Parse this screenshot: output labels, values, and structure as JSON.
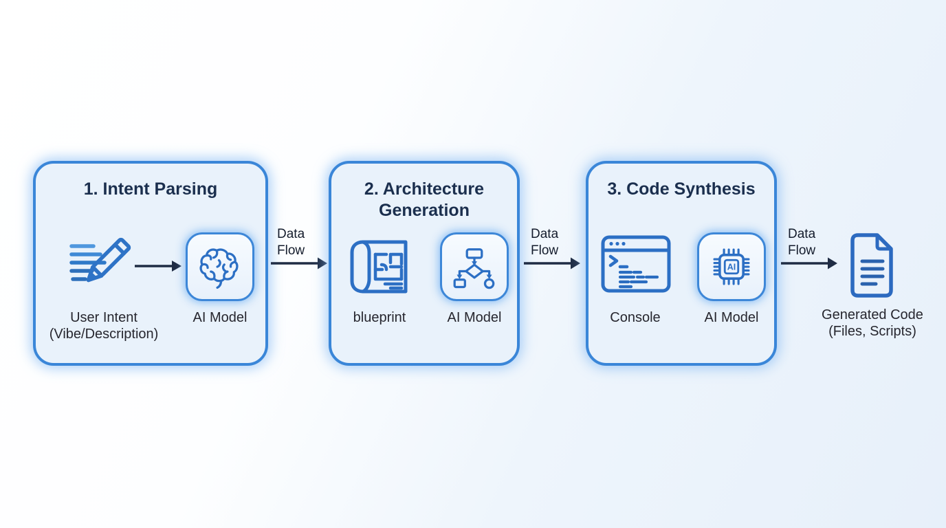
{
  "diagram": {
    "stages": [
      {
        "title": "1. Intent Parsing",
        "items": [
          {
            "icon": "pencil-note-icon",
            "label": "User Intent",
            "sublabel": "(Vibe/Description)"
          },
          {
            "icon": "brain-icon",
            "label": "AI Model"
          }
        ]
      },
      {
        "title": "2. Architecture Generation",
        "items": [
          {
            "icon": "blueprint-icon",
            "label": "blueprint"
          },
          {
            "icon": "flowchart-icon",
            "label": "AI Model"
          }
        ]
      },
      {
        "title": "3. Code Synthesis",
        "items": [
          {
            "icon": "console-icon",
            "label": "Console"
          },
          {
            "icon": "ai-chip-icon",
            "label": "AI Model"
          }
        ]
      }
    ],
    "connectors": [
      {
        "label_line1": "Data",
        "label_line2": "Flow"
      },
      {
        "label_line1": "Data",
        "label_line2": "Flow"
      },
      {
        "label_line1": "Data",
        "label_line2": "Flow"
      }
    ],
    "output": {
      "icon": "document-icon",
      "label": "Generated Code",
      "sublabel": "(Files, Scripts)"
    },
    "chip_text": "AI"
  },
  "colors": {
    "background_start": "#ffffff",
    "background_end": "#e7f0fa",
    "box_border": "#3a86d8",
    "box_fill": "#e9f2fb",
    "title_text": "#1b2f4e",
    "label_text": "#26262e",
    "icon_primary": "#2c6fc4",
    "icon_light": "#4f97de",
    "arrow": "#1f2c44"
  }
}
